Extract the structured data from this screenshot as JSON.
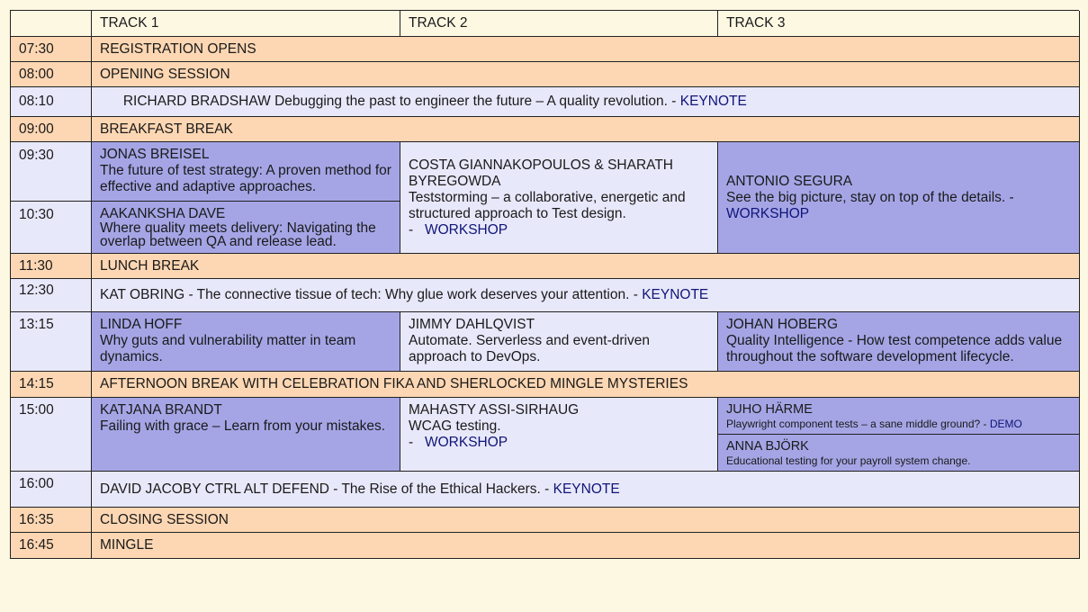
{
  "header": {
    "time": "",
    "track1": "TRACK 1",
    "track2": "TRACK 2",
    "track3": "TRACK 3"
  },
  "rows": {
    "r0730": {
      "time": "07:30",
      "title": "REGISTRATION OPENS"
    },
    "r0800": {
      "time": "08:00",
      "title": "OPENING SESSION"
    },
    "r0810": {
      "time": "08:10",
      "speaker": "RICHARD BRADSHAW",
      "talk": " Debugging the past to engineer the future – A quality revolution. - ",
      "tag": "KEYNOTE"
    },
    "r0900": {
      "time": "09:00",
      "title": "BREAKFAST BREAK"
    },
    "r0930": {
      "time": "09:30",
      "t1": {
        "speaker": "JONAS BREISEL",
        "talk": "The future of test strategy: A proven method for effective and adaptive approaches."
      },
      "t2": {
        "speaker": "COSTA GIANNAKOPOULOS & SHARATH BYREGOWDA",
        "talk": "Teststorming – a collaborative, energetic and structured approach to Test design.",
        "dash": "-",
        "tag": "WORKSHOP"
      },
      "t3": {
        "speaker": "ANTONIO SEGURA",
        "talk": "See the big picture, stay on top of the details. -",
        "tag": "WORKSHOP"
      }
    },
    "r1030": {
      "time": "10:30",
      "t1": {
        "speaker": "AAKANKSHA DAVE",
        "talk": "Where quality meets delivery: Navigating the overlap between QA and release lead."
      }
    },
    "r1130": {
      "time": "11:30",
      "title": "LUNCH BREAK"
    },
    "r1230": {
      "time": "12:30",
      "speaker": "KAT OBRING",
      "talk": " - The connective tissue of tech: Why glue work deserves your attention. - ",
      "tag": "KEYNOTE"
    },
    "r1315": {
      "time": "13:15",
      "t1": {
        "speaker": "LINDA HOFF",
        "talk": "Why guts and vulnerability matter in team dynamics."
      },
      "t2": {
        "speaker": "JIMMY DAHLQVIST",
        "talk": "Automate. Serverless and event-driven approach to DevOps."
      },
      "t3": {
        "speaker": "JOHAN HOBERG",
        "talk": "Quality Intelligence - How test competence adds value throughout the software development lifecycle."
      }
    },
    "r1415": {
      "time": "14:15",
      "title": "AFTERNOON BREAK WITH CELEBRATION FIKA AND SHERLOCKED MINGLE MYSTERIES"
    },
    "r1500": {
      "time": "15:00",
      "t1": {
        "speaker": "KATJANA BRANDT",
        "talk": "Failing with grace – Learn from your mistakes."
      },
      "t2": {
        "speaker": "MAHASTY ASSI-SIRHAUG",
        "talk": "WCAG testing.",
        "dash": "-",
        "tag": "WORKSHOP"
      },
      "t3a": {
        "speaker": "JUHO HÄRME",
        "talk": "Playwright component tests – a sane middle ground? - ",
        "tag": "DEMO"
      },
      "t3b": {
        "speaker": "ANNA BJÖRK",
        "talk": "Educational testing for your payroll system change."
      }
    },
    "r1600": {
      "time": "16:00",
      "speaker": "DAVID JACOBY",
      "talk": " CTRL ALT DEFEND - The Rise of the Ethical Hackers. - ",
      "tag": "KEYNOTE"
    },
    "r1635": {
      "time": "16:35",
      "title": "CLOSING SESSION"
    },
    "r1645": {
      "time": "16:45",
      "title": "MINGLE"
    }
  },
  "colors": {
    "break": "#fdd7b3",
    "light": "#e8e8fb",
    "purple": "#a5a5e6",
    "tag": "#0f1577",
    "background": "#fdf8e2"
  }
}
